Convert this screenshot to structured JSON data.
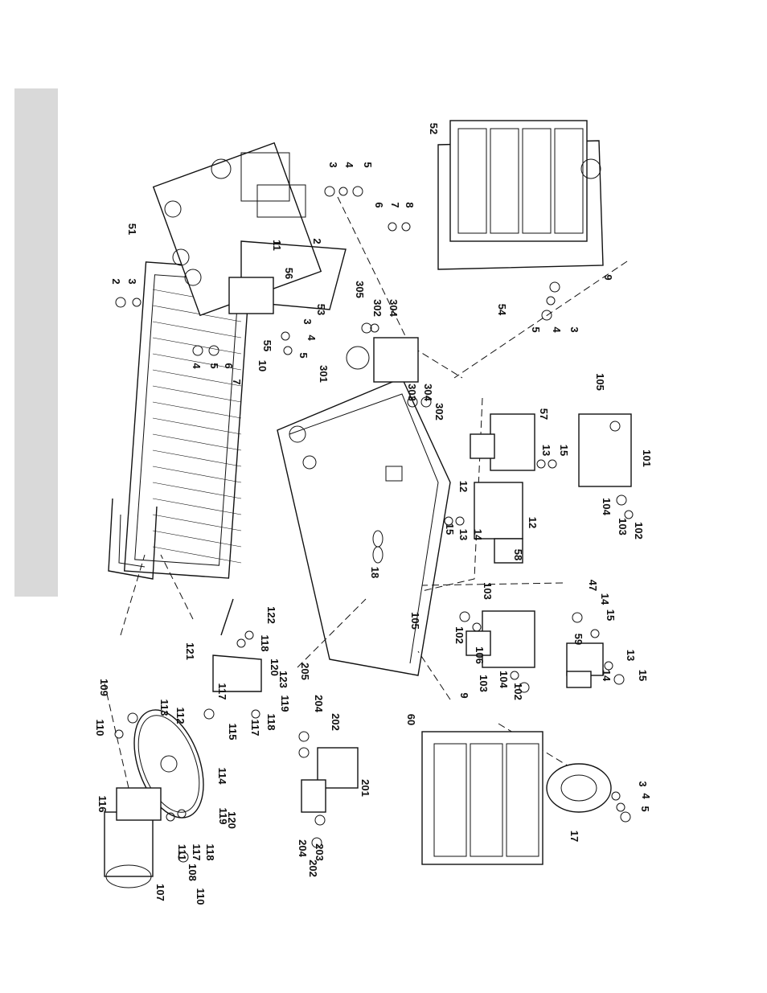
{
  "labels": [
    "2",
    "3",
    "51",
    "3",
    "4",
    "5",
    "6",
    "7",
    "8",
    "52",
    "2",
    "11",
    "56",
    "53",
    "54",
    "9",
    "5",
    "4",
    "3",
    "55",
    "3",
    "4",
    "5",
    "4",
    "5",
    "6",
    "7",
    "10",
    "305",
    "302",
    "304",
    "301",
    "303",
    "304",
    "302",
    "105",
    "57",
    "13",
    "15",
    "12",
    "101",
    "104",
    "103",
    "102",
    "15",
    "13",
    "14",
    "12",
    "58",
    "18",
    "47",
    "14",
    "15",
    "105",
    "103",
    "102",
    "106",
    "59",
    "14",
    "13",
    "15",
    "9",
    "103",
    "104",
    "102",
    "109",
    "110",
    "113",
    "112",
    "121",
    "118",
    "122",
    "120",
    "123",
    "119",
    "205",
    "117",
    "115",
    "114",
    "117",
    "118",
    "204",
    "202",
    "116",
    "111",
    "117",
    "118",
    "119",
    "120",
    "107",
    "108",
    "110",
    "201",
    "204",
    "203",
    "202",
    "60",
    "17",
    "3",
    "4",
    "5"
  ]
}
